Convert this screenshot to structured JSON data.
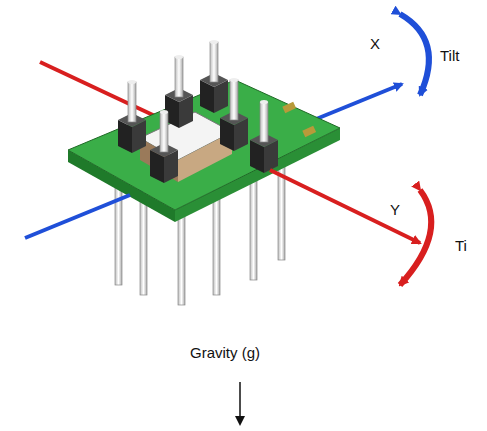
{
  "diagram": {
    "labels": [
      "X",
      "Tilt",
      "Y",
      "Ti",
      "Gravity (g)"
    ]
  }
}
